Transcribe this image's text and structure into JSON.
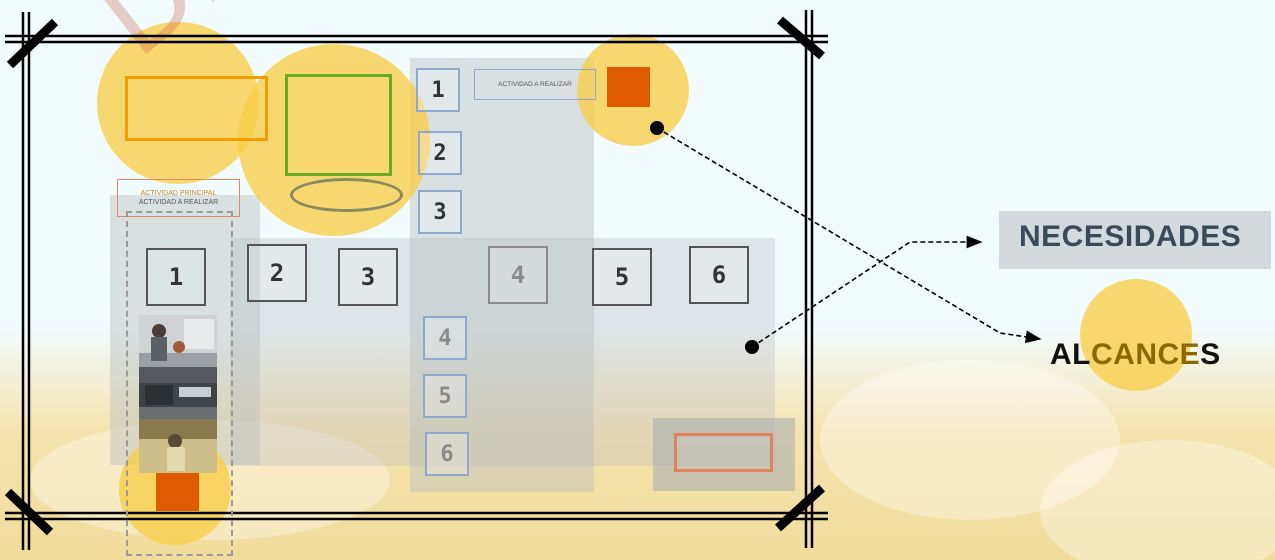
{
  "watermark": "Direc",
  "top_panel": {
    "label": "ACTIVIDAD A REALIZAR",
    "steps": [
      "1",
      "2",
      "3"
    ]
  },
  "side_panel": {
    "label_line1": "ACTIVIDAD PRINCIPAL",
    "label_line2": "ACTIVIDAD A REALIZAR"
  },
  "row_steps": [
    "1",
    "2",
    "3",
    "4",
    "5",
    "6"
  ],
  "column_steps": [
    "4",
    "5",
    "6"
  ],
  "right_labels": {
    "necesidades": "NECESIDADES",
    "alcances_prefix": "AL",
    "alcances_mid": "CANCE",
    "alcances_suffix": "S"
  },
  "colors": {
    "highlight": "#f9cd46",
    "accent_orange": "#e05a00",
    "border_orange": "#f59c00",
    "border_green": "#6aab22",
    "box_blue": "#8ea9cc",
    "gold_text": "#8a6a00"
  },
  "icons": [
    "kitchen-photo-1",
    "kitchen-photo-2",
    "kitchen-photo-3"
  ]
}
